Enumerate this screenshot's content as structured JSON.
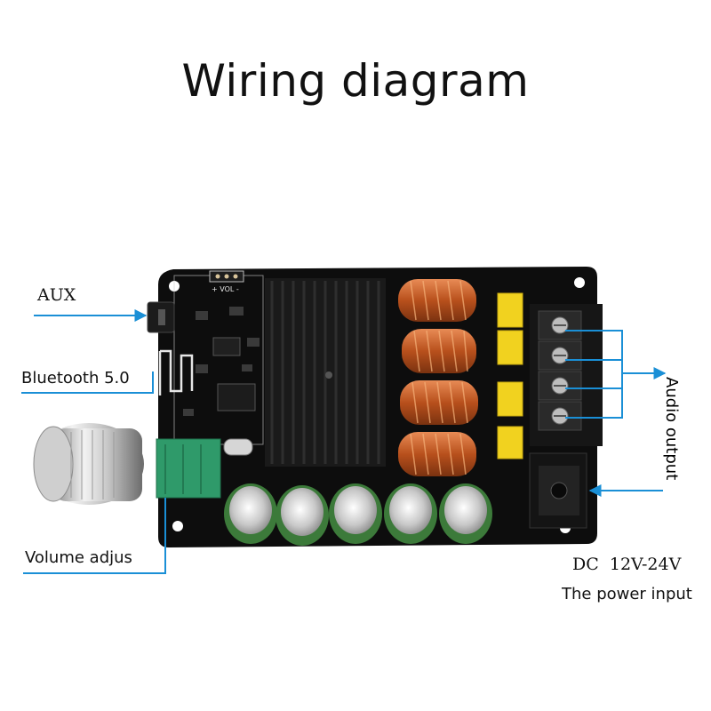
{
  "title": "Wiring diagram",
  "labels": {
    "aux": "AUX",
    "bluetooth": "Bluetooth 5.0",
    "volume": "Volume adjus",
    "audio_output": "Audio output",
    "dc_range": "DC  12V-24V",
    "power_input": "The power input"
  },
  "board_marks": {
    "vol": "+ VOL -"
  },
  "colors": {
    "pointer": "#1a8fd6",
    "board": "#0d0d0d",
    "capacitor": "#3c7a3a",
    "coil": "#c8632a",
    "relay": "#f1d21f"
  }
}
